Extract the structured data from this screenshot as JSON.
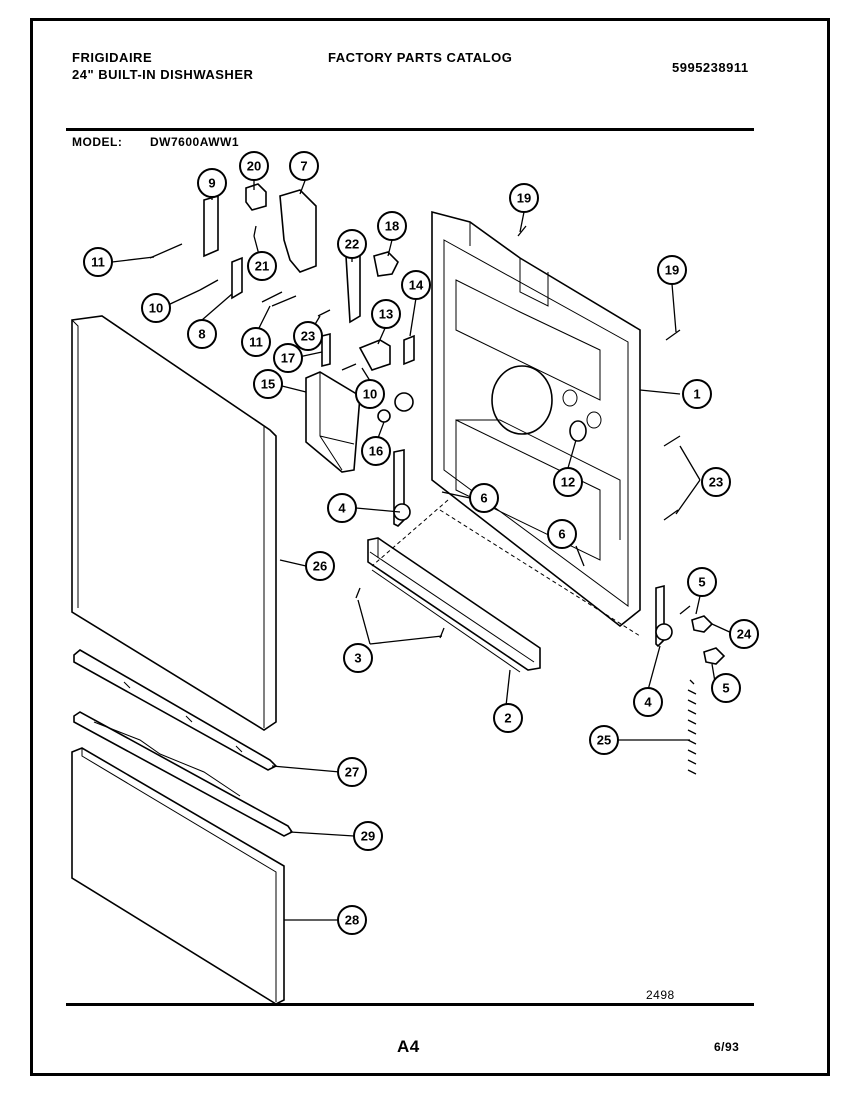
{
  "header": {
    "brand": "FRIGIDAIRE",
    "product": "24\" BUILT-IN DISHWASHER",
    "catalog_title": "FACTORY PARTS CATALOG",
    "catalog_number": "5995238911",
    "model_label": "MODEL:",
    "model_number": "DW7600AWW1"
  },
  "footer": {
    "drawing_number": "2498",
    "page": "A4",
    "date": "6/93"
  },
  "callouts": {
    "c1": "1",
    "c2": "2",
    "c3": "3",
    "c4a": "4",
    "c4b": "4",
    "c5a": "5",
    "c5b": "5",
    "c6a": "6",
    "c6b": "6",
    "c7": "7",
    "c8": "8",
    "c9": "9",
    "c10a": "10",
    "c10b": "10",
    "c11a": "11",
    "c11b": "11",
    "c12": "12",
    "c13": "13",
    "c14": "14",
    "c15": "15",
    "c16": "16",
    "c17": "17",
    "c18": "18",
    "c19a": "19",
    "c19b": "19",
    "c20": "20",
    "c21": "21",
    "c22": "22",
    "c23a": "23",
    "c23b": "23",
    "c24": "24",
    "c25": "25",
    "c26": "26",
    "c27": "27",
    "c28": "28",
    "c29": "29"
  }
}
